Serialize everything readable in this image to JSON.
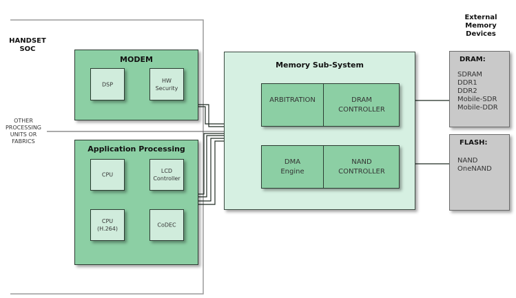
{
  "soc": {
    "title": "HANDSET\nSOC",
    "other_units_label": "OTHER\nPROCESSING\nUNITS OR\nFABRICS"
  },
  "modem": {
    "title": "MODEM",
    "blocks": [
      {
        "label": "DSP"
      },
      {
        "label": "HW\nSecurity"
      }
    ]
  },
  "app_processing": {
    "title": "Application Processing",
    "blocks": [
      {
        "label": "CPU"
      },
      {
        "label": "LCD\nController"
      },
      {
        "label": "CPU\n(H.264)"
      },
      {
        "label": "CoDEC"
      }
    ]
  },
  "memory_subsystem": {
    "title": "Memory Sub-System",
    "arbitration": "ARBITRATION",
    "dram_controller": "DRAM\nCONTROLLER",
    "dma_engine": "DMA\nEngine",
    "nand_controller": "NAND\nCONTROLLER"
  },
  "external": {
    "heading": "External\nMemory\nDevices",
    "dram": {
      "title": "DRAM:",
      "items": [
        "SDRAM",
        "DDR1",
        "DDR2",
        "Mobile-SDR",
        "Mobile-DDR"
      ]
    },
    "flash": {
      "title": "FLASH:",
      "items": [
        "NAND",
        "OneNAND"
      ]
    }
  },
  "colors": {
    "group_fill": "#8ccfa4",
    "block_fill": "#d0ecdc",
    "memory_fill": "#d6f0e2",
    "external_fill": "#c9c9c9"
  }
}
